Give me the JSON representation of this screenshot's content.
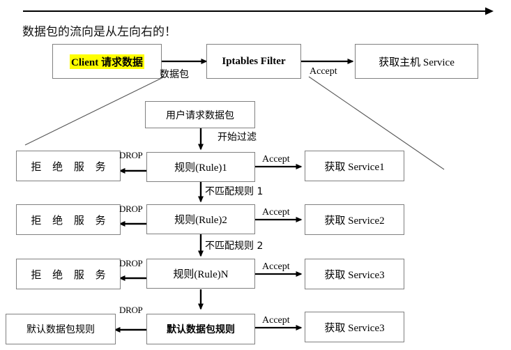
{
  "diagram": {
    "title": "数据包的流向是从左向右的！",
    "top_arrow": "flow-direction-arrow",
    "nodes": {
      "client": "Client 请求数据",
      "iptables_filter": "Iptables Filter",
      "host_service": "获取主机 Service",
      "user_request": "用户请求数据包",
      "rule1": "规则(Rule)1",
      "rule2": "规则(Rule)2",
      "ruleN": "规则(Rule)N",
      "default_rule_right": "默认数据包规则",
      "default_rule_left": "默认数据包规则",
      "deny1": "拒 绝 服 务",
      "deny2": "拒 绝 服 务",
      "deny3": "拒 绝 服 务",
      "service1": "获取 Service1",
      "service2": "获取 Service2",
      "service3": "获取 Service3",
      "service3b": "获取 Service3"
    },
    "edge_labels": {
      "packet": "数据包",
      "accept_top": "Accept",
      "start_filter": "开始过滤",
      "drop1": "DROP",
      "drop2": "DROP",
      "drop3": "DROP",
      "drop4": "DROP",
      "accept1": "Accept",
      "accept2": "Accept",
      "accept3": "Accept",
      "accept4": "Accept",
      "nomatch1": "不匹配规则 1",
      "nomatch2": "不匹配规则 2"
    },
    "colors": {
      "highlight": "#FFFF00",
      "box_border": "#808080",
      "line": "#000000",
      "background": "#FFFFFF"
    }
  }
}
